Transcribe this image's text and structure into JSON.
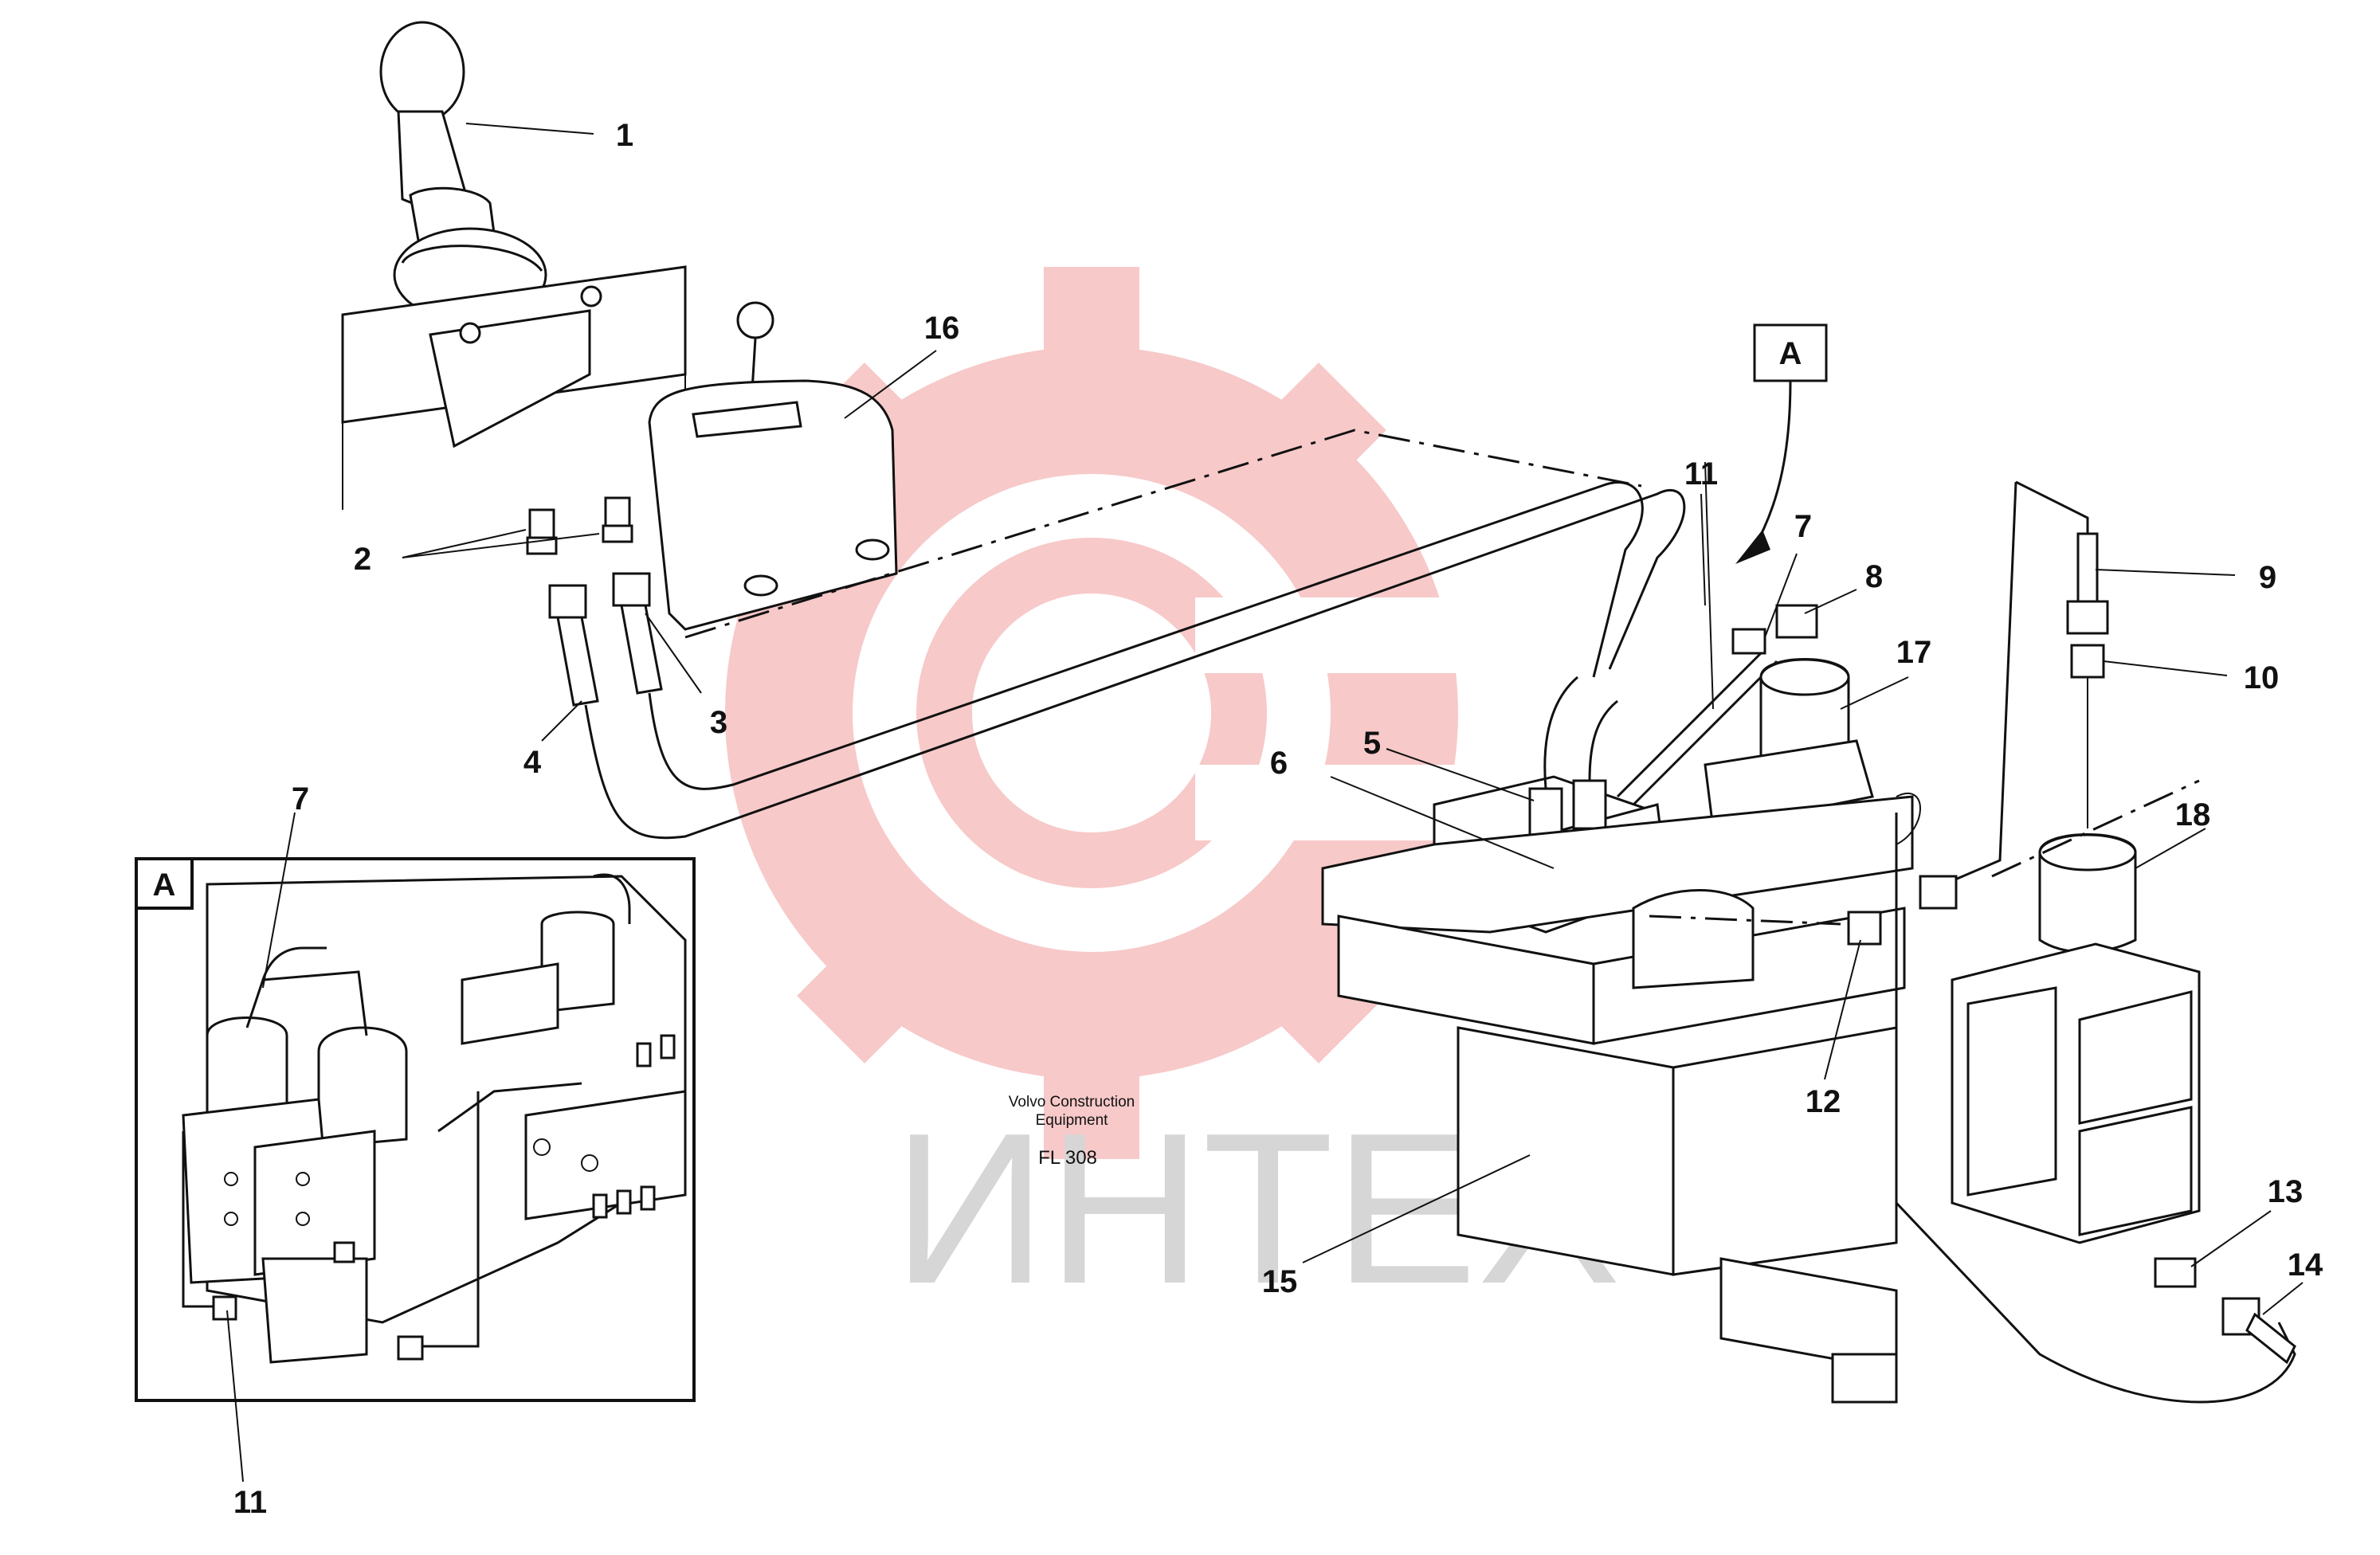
{
  "watermark": {
    "text": "ИНТЕХ",
    "gear_color": "#f7c9c9",
    "text_color": "#d6d6d6",
    "icon": "gear-logo-icon"
  },
  "caption": {
    "line1": "Volvo Construction",
    "line2": "Equipment",
    "code": "FL 308"
  },
  "inset": {
    "label": "A"
  },
  "view_marker": {
    "label": "A"
  },
  "callouts": [
    "1",
    "2",
    "3",
    "4",
    "5",
    "6",
    "7",
    "8",
    "9",
    "10",
    "11",
    "12",
    "13",
    "14",
    "15",
    "16",
    "17",
    "18",
    "7",
    "11"
  ]
}
